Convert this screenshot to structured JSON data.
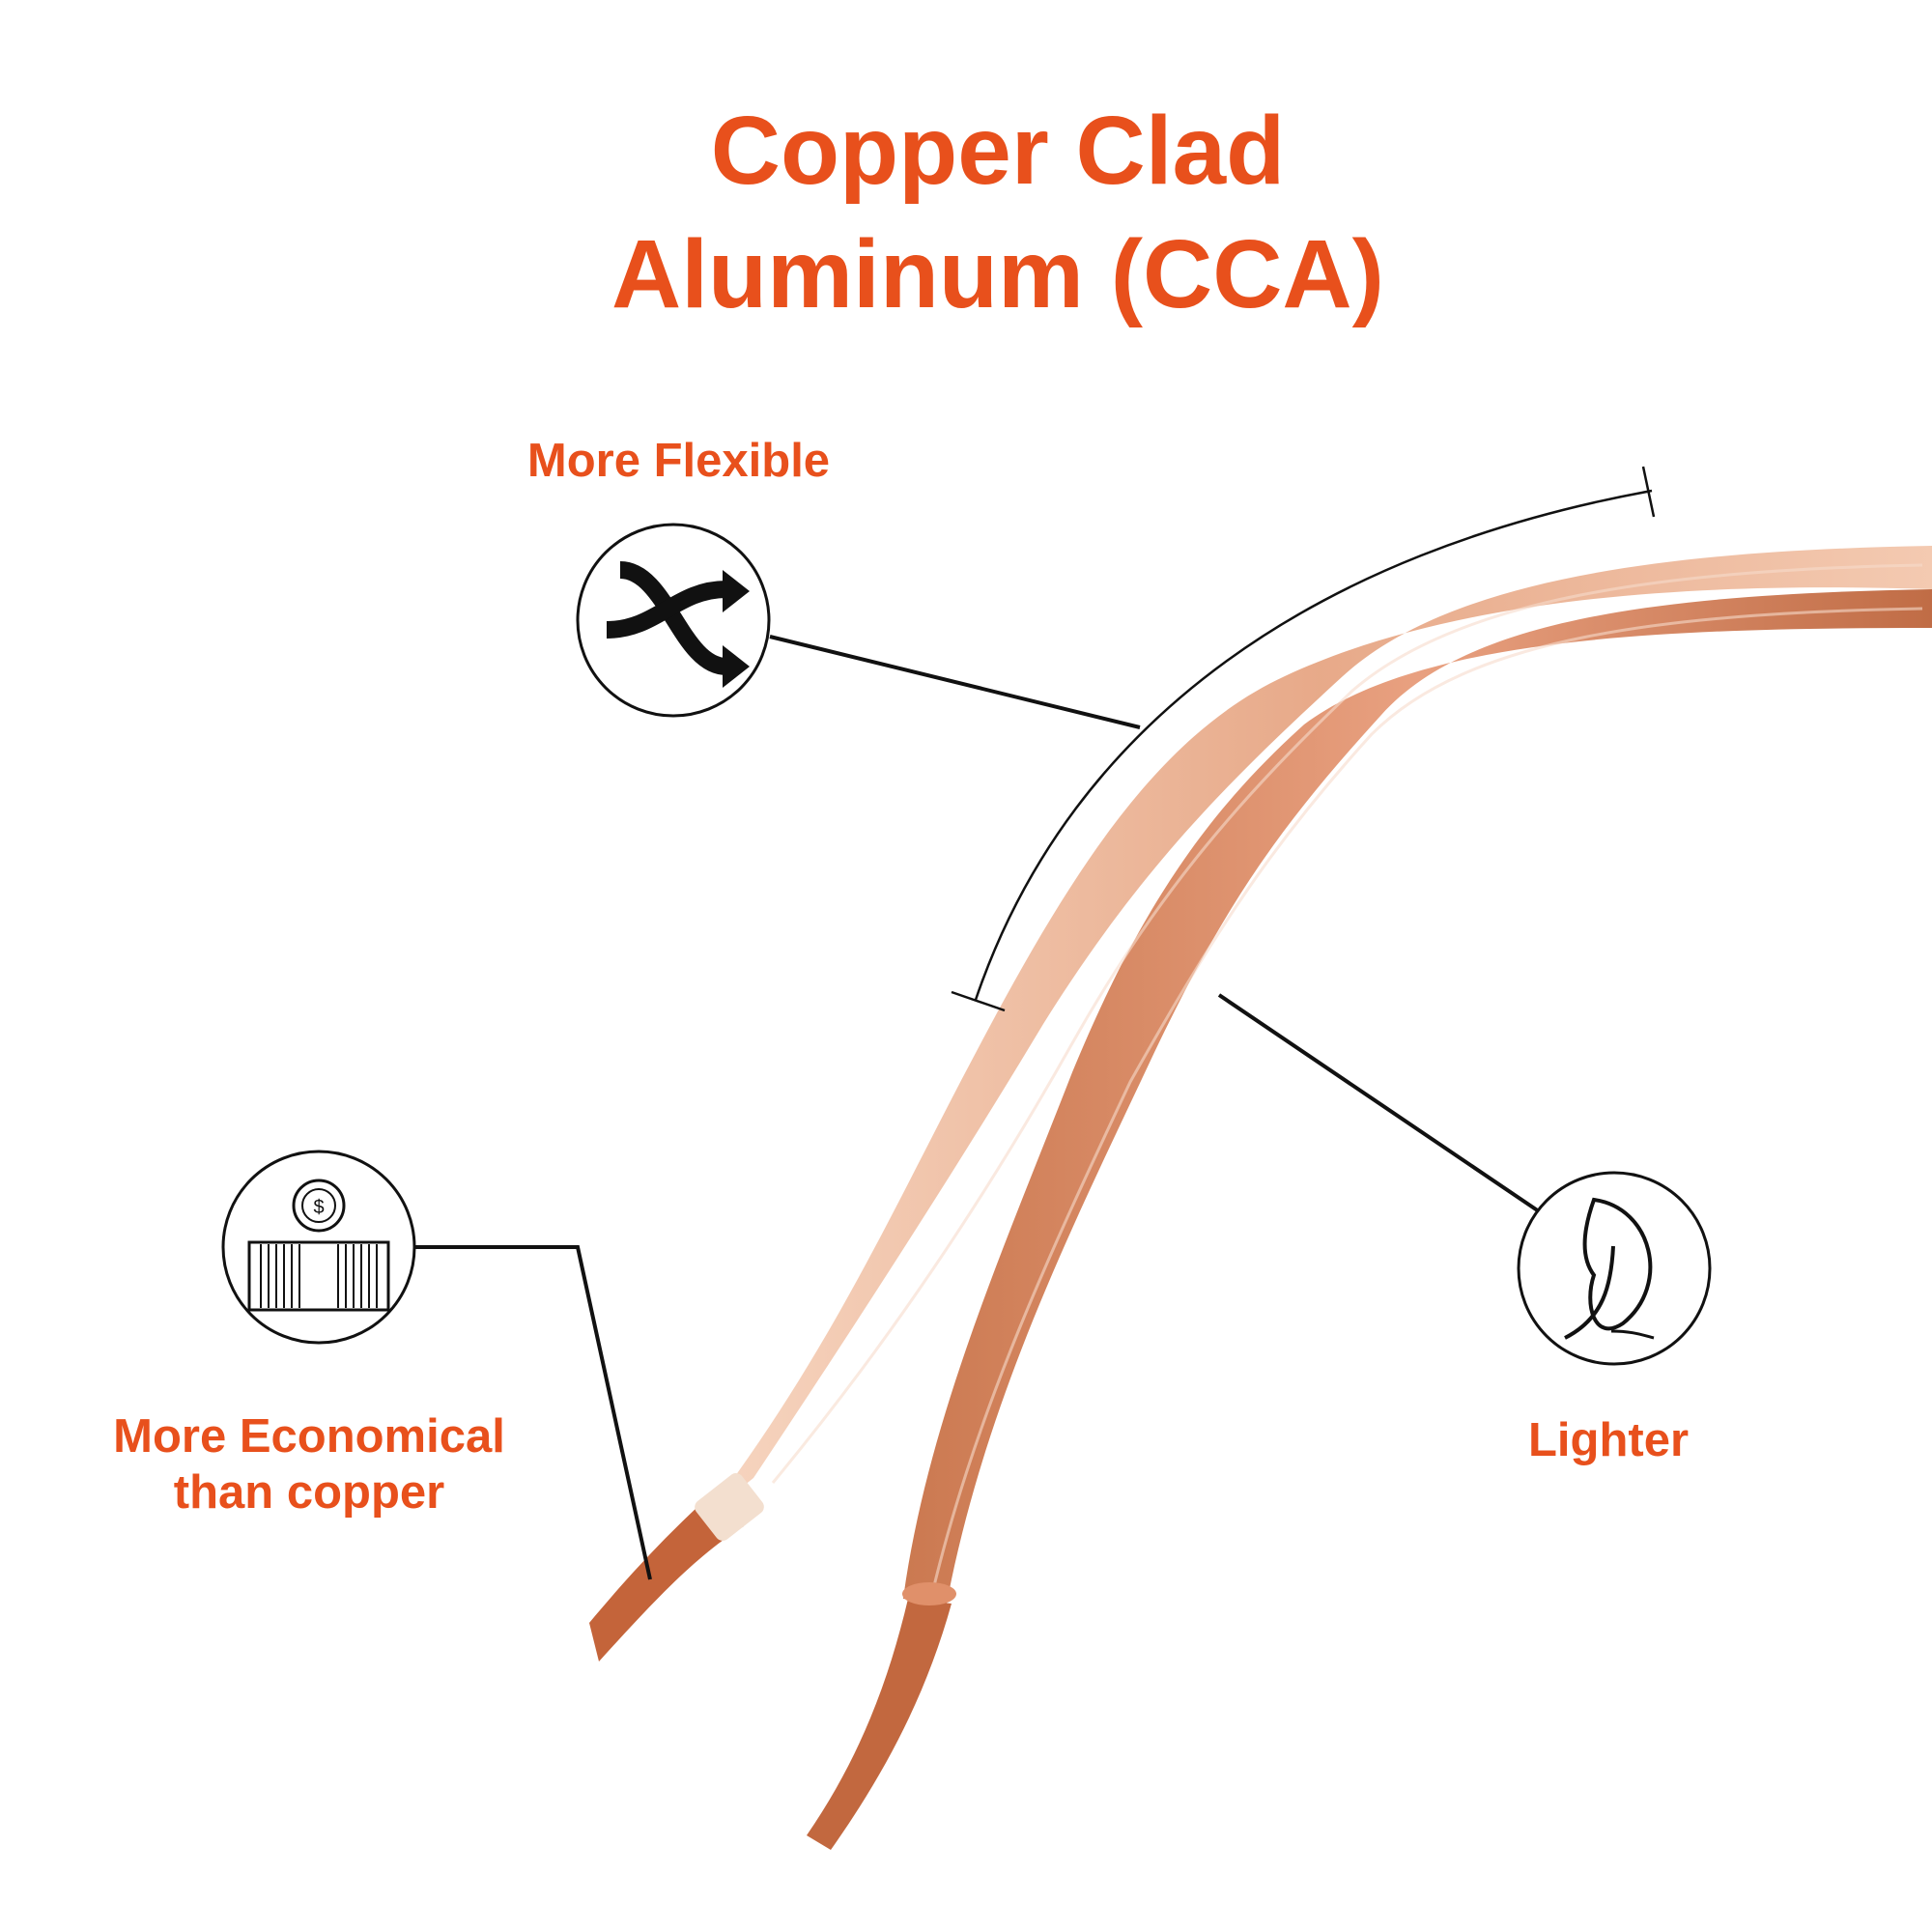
{
  "title": {
    "line1": "Copper Clad",
    "line2": "Aluminum (CCA)"
  },
  "features": {
    "flexible": {
      "label": "More Flexible",
      "icon": "shuffle-arrows-icon"
    },
    "economical": {
      "line1": "More Economical",
      "line2": "than copper",
      "icon": "coin-spool-icon"
    },
    "lighter": {
      "label": "Lighter",
      "icon": "feather-icon"
    }
  },
  "colors": {
    "accent": "#e8501c",
    "wire_copper": "#d9916e",
    "line": "#111111"
  }
}
